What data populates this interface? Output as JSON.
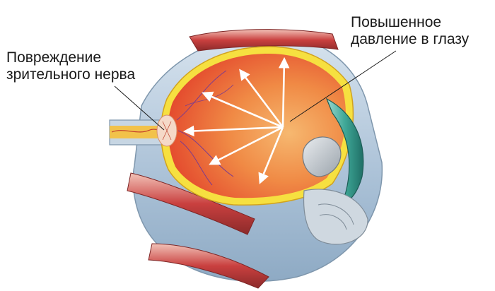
{
  "labels": {
    "optic_nerve_damage": {
      "line1": "Повреждение",
      "line2": "зрительного нерва"
    },
    "increased_pressure": {
      "line1": "Повышенное",
      "line2": "давление в глазу"
    }
  },
  "colors": {
    "background": "#ffffff",
    "text": "#1a1a1a",
    "vitreous_red": "#e8452a",
    "vitreous_orange": "#f39a4a",
    "retina_yellow": "#f6e040",
    "sclera_blue": "#b9cfe2",
    "muscle_red": "#c84a4a",
    "cornea_teal": "#48b3a4",
    "arrow_white": "#ffffff"
  }
}
